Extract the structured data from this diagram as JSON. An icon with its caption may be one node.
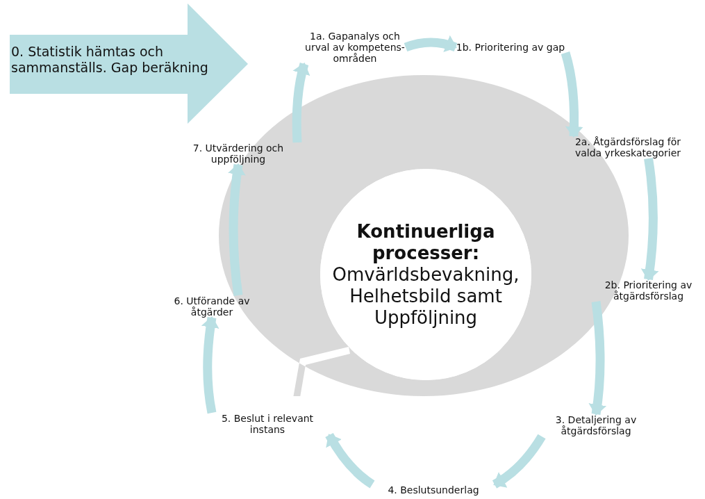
{
  "diagram": {
    "nodes": [
      {
        "text": [
          "0. Statistik hämtas och sammanställs. Gap beräkning"
        ]
      },
      {
        "text": [
          "1a. Gapanalys och urval av kompetens-områden"
        ]
      },
      {
        "text": [
          "1b. Prioritering av gap"
        ]
      },
      {
        "text": [
          "2a. Åtgärdsförslag för valda yrkeskategorier"
        ]
      },
      {
        "text": [
          "2b. Prioritering av åtgärdsförslag"
        ]
      },
      {
        "text": [
          "3. Detaljering av åtgärdsförslag"
        ]
      },
      {
        "text": [
          "4. Beslutsunderlag"
        ]
      },
      {
        "text": [
          "5. Beslut i relevant instans"
        ]
      },
      {
        "text": [
          "6. Utförande av åtgärder"
        ]
      },
      {
        "text": [
          "7. Utvärdering och uppföljning"
        ]
      },
      {
        "text": [
          "Kontinuerliga processer:",
          "Omvärldsbevakning, Helhetsbild samt Uppföljning"
        ]
      }
    ],
    "edges": [
      {
        "from": 1,
        "to": 2,
        "arrow": "to"
      },
      {
        "from": 2,
        "to": 3,
        "arrow": "to"
      },
      {
        "from": 3,
        "to": 4,
        "arrow": "to"
      },
      {
        "from": 4,
        "to": 5,
        "arrow": "to"
      },
      {
        "from": 5,
        "to": 6,
        "arrow": "to"
      },
      {
        "from": 6,
        "to": 7,
        "arrow": "to"
      },
      {
        "from": 7,
        "to": 8,
        "arrow": "to"
      },
      {
        "from": 8,
        "to": 9,
        "arrow": "to"
      },
      {
        "from": 9,
        "to": 1,
        "arrow": "to"
      }
    ]
  }
}
